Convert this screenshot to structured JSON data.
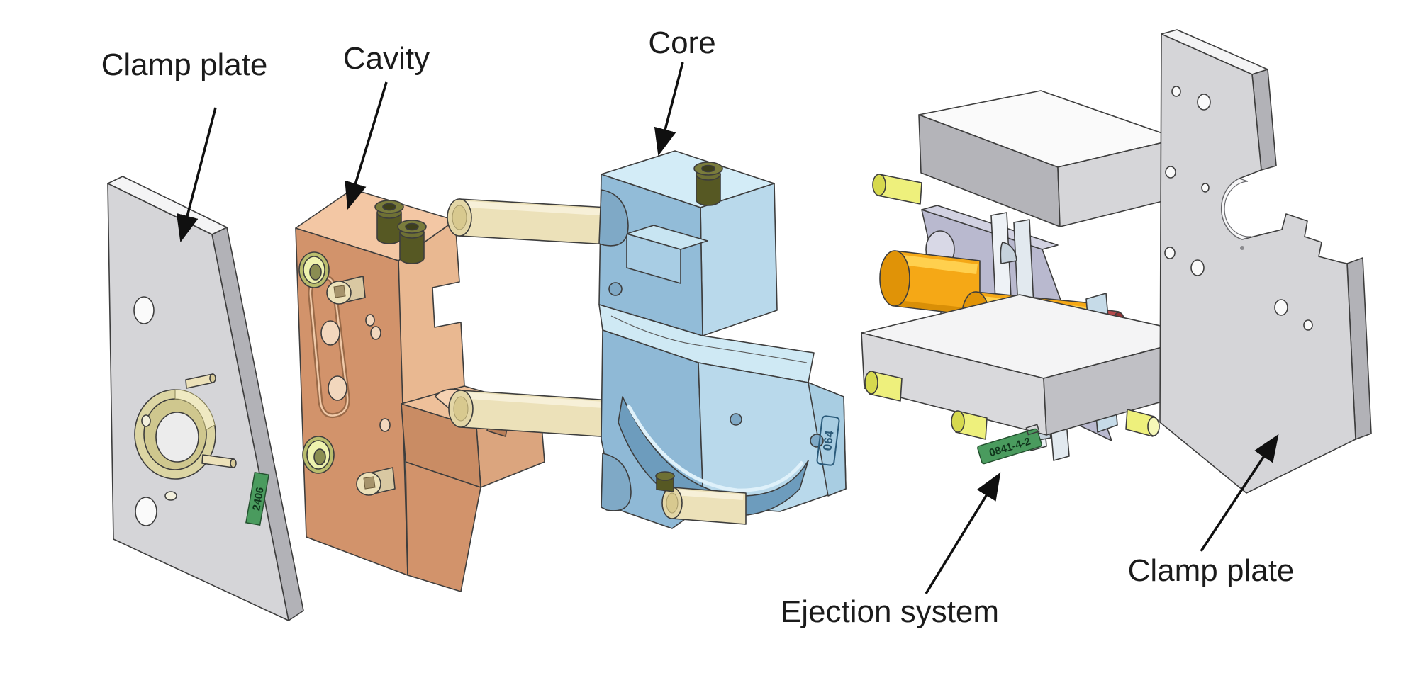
{
  "figure": {
    "description": "Exploded isometric CAD view of a two-plate injection mold",
    "background": "#ffffff"
  },
  "callouts": [
    {
      "id": "clamp-plate-left",
      "label": "Clamp plate"
    },
    {
      "id": "cavity",
      "label": "Cavity"
    },
    {
      "id": "core",
      "label": "Core"
    },
    {
      "id": "ejection-system",
      "label": "Ejection system"
    },
    {
      "id": "clamp-plate-right",
      "label": "Clamp plate"
    }
  ],
  "tags": {
    "left_clamp_plate_tag": "2406",
    "core_marking": "064",
    "ejector_base_tag": "0841-4-2"
  },
  "parts": [
    {
      "name": "clamp plate (fixed half)",
      "color": "#d5d5d8"
    },
    {
      "name": "locating ring",
      "color": "#dcd5a3"
    },
    {
      "name": "cavity plate",
      "color": "#d2936b"
    },
    {
      "name": "core plate",
      "color": "#92bcd8"
    },
    {
      "name": "guide pins",
      "color": "#ece1b9"
    },
    {
      "name": "ejection system plates",
      "color": "#b9b9cf"
    },
    {
      "name": "ejector cylinders",
      "color": "#f5a816"
    },
    {
      "name": "return pins",
      "color": "#eef07c"
    },
    {
      "name": "sprue fittings",
      "color": "#5d5f2a"
    },
    {
      "name": "clamp plate (moving half)",
      "color": "#d5d5d8"
    }
  ],
  "colors": {
    "label_text": "#1b1b1b",
    "arrow": "#101010",
    "tag_green": "#4a9b5e",
    "tag_text": "#10351c",
    "copper": "#d2936b",
    "blue": "#92bcd8",
    "orange": "#f5a816",
    "red_cap": "#b5494b",
    "khaki_ring": "#dcd5a3"
  }
}
